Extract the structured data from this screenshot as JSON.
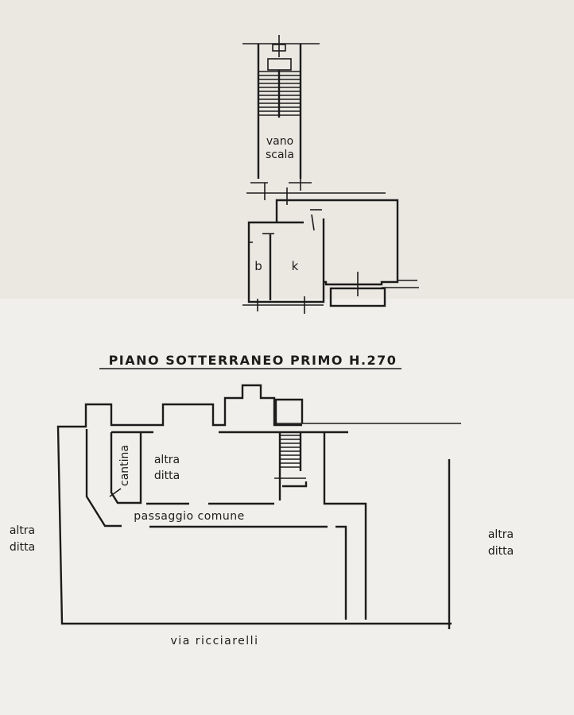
{
  "upper_plan": {
    "stair_label_1": "vano",
    "stair_label_2": "scala",
    "room_b": "b",
    "room_k": "k"
  },
  "title": "PIANO SOTTERRANEO PRIMO H.270",
  "lower_plan": {
    "cantina": "cantina",
    "altra_ditta_inner_1": "altra",
    "altra_ditta_inner_2": "ditta",
    "passage": "passaggio comune",
    "left_neighbor_1": "altra",
    "left_neighbor_2": "ditta",
    "right_neighbor_1": "altra",
    "right_neighbor_2": "ditta",
    "street": "via ricciarelli"
  },
  "colors": {
    "paper": "#ebe8e2",
    "ink": "#1c1c1c"
  }
}
